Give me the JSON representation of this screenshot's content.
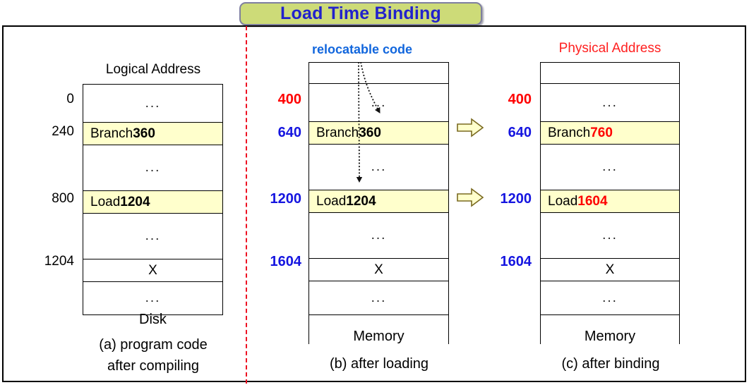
{
  "title": {
    "text": "Load Time Binding"
  },
  "colors": {
    "banner_bg": "#cddb78",
    "title_text": "#2222cc",
    "highlight_row": "#ffffcc",
    "red": "#ff0000",
    "blue": "#1515e0",
    "divider": "#ee1122",
    "arrow_fill": "#ffffcc"
  },
  "panel_a": {
    "heading": "Logical Address",
    "addresses": [
      "0",
      "240",
      "800",
      "1204"
    ],
    "rows": [
      {
        "text": "...",
        "align": "center",
        "highlight": false
      },
      {
        "text": "Branch 360",
        "align": "left",
        "highlight": true,
        "prefix": "Branch ",
        "value": "360"
      },
      {
        "text": "...",
        "align": "center",
        "highlight": false
      },
      {
        "text": "Load 1204",
        "align": "left",
        "highlight": true,
        "prefix": "Load ",
        "value": "1204"
      },
      {
        "text": "...",
        "align": "center",
        "highlight": false
      },
      {
        "text": "X",
        "align": "center",
        "highlight": false
      },
      {
        "text": "...",
        "align": "center",
        "highlight": false
      }
    ],
    "footer_line1": "Disk",
    "footer_line2": "(a) program code",
    "footer_line3": "after compiling"
  },
  "panel_b": {
    "heading": "relocatable code",
    "addresses": [
      "400",
      "640",
      "1200",
      "1604"
    ],
    "address_colors": [
      "red",
      "blue",
      "blue",
      "blue"
    ],
    "rows": [
      {
        "text": "",
        "align": "center",
        "highlight": false
      },
      {
        "text": "...",
        "align": "center",
        "highlight": false
      },
      {
        "text": "Branch 360",
        "align": "left",
        "highlight": true,
        "prefix": "Branch ",
        "value": "360"
      },
      {
        "text": "...",
        "align": "center",
        "highlight": false
      },
      {
        "text": "Load 1204",
        "align": "left",
        "highlight": true,
        "prefix": "Load ",
        "value": "1204"
      },
      {
        "text": "...",
        "align": "center",
        "highlight": false
      },
      {
        "text": "X",
        "align": "center",
        "highlight": false
      },
      {
        "text": "...",
        "align": "center",
        "highlight": false
      },
      {
        "text": "",
        "align": "center",
        "highlight": false
      }
    ],
    "footer_line1": "Memory",
    "footer_line2": "(b) after loading"
  },
  "panel_c": {
    "heading": "Physical Address",
    "addresses": [
      "400",
      "640",
      "1200",
      "1604"
    ],
    "address_colors": [
      "red",
      "blue",
      "blue",
      "blue"
    ],
    "rows": [
      {
        "text": "",
        "align": "center",
        "highlight": false
      },
      {
        "text": "...",
        "align": "center",
        "highlight": false
      },
      {
        "text": "Branch 760",
        "align": "left",
        "highlight": true,
        "prefix": "Branch ",
        "value": "760",
        "value_red": true
      },
      {
        "text": "...",
        "align": "center",
        "highlight": false
      },
      {
        "text": "Load 1604",
        "align": "left",
        "highlight": true,
        "prefix": "Load ",
        "value": "1604",
        "value_red": true
      },
      {
        "text": "...",
        "align": "center",
        "highlight": false
      },
      {
        "text": "X",
        "align": "center",
        "highlight": false
      },
      {
        "text": "...",
        "align": "center",
        "highlight": false
      },
      {
        "text": "",
        "align": "center",
        "highlight": false
      }
    ],
    "footer_line1": "Memory",
    "footer_line2": "(c) after binding"
  },
  "transition_arrows": [
    {
      "name": "branch-transition-arrow"
    },
    {
      "name": "load-transition-arrow"
    }
  ],
  "relocation_arrows": [
    {
      "name": "relocation-arrow-branch"
    },
    {
      "name": "relocation-arrow-load"
    }
  ]
}
